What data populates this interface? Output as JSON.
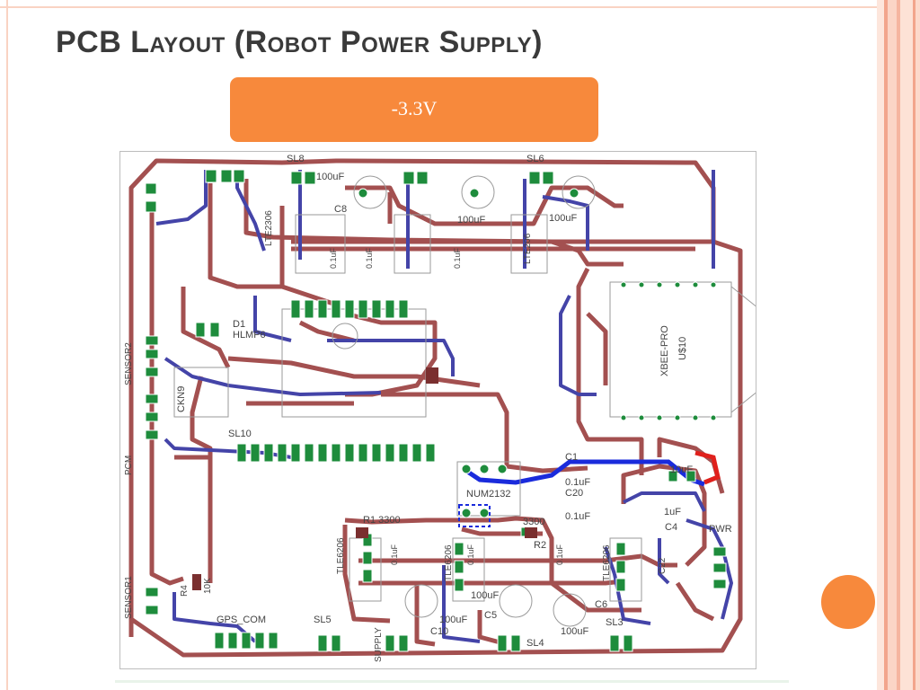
{
  "slide": {
    "title": "PCB Layout (Robot Power Supply)",
    "badge_label": "-3.3V"
  },
  "pcb": {
    "labels": {
      "sl8": "SL8",
      "sl6": "SL6",
      "sl10": "SL10",
      "sl5": "SL5",
      "sl4": "SL4",
      "sl3": "SL3",
      "cap_c8": "C8",
      "cap_c8_val": "100uF",
      "cap_mid_val": "100uF",
      "cap_right_val": "100uF",
      "d1": "D1",
      "hlmp": "HLMP6",
      "ckn": "CKN9",
      "xbee": "XBEE-PRO",
      "xbee_u": "U$10",
      "c1": "C1",
      "c1_val": "0.1uF",
      "c20": "C20",
      "c20_val": "0.1uF",
      "num": "NUM2132",
      "r1": "R1 3300",
      "r2_val": "3300",
      "r2": "R2",
      "c10uf": "10uF",
      "c1uf": "1uF",
      "c4": "C4",
      "pwr": "PWR",
      "c22": "C22",
      "r4": "R4",
      "r4_val": "10K",
      "gps": "GPS_COM",
      "supply": "SUPPLY",
      "c5": "C5",
      "c5_val": "100uF",
      "c6": "C6",
      "c10": "C10",
      "c10_val": "100uF",
      "c6_val": "100uF",
      "sensor2": "SENSOR2",
      "sensor1": "SENSOR1",
      "pcm": "PCM",
      "lte1": "LTE2306",
      "lte2": "LTE206",
      "tle1": "TLE6206",
      "tle2": "TLE6206",
      "tle3": "TLE6206",
      "c_a": "0.1uF",
      "c_b": "0.1uF",
      "c_c": "0.1uF",
      "c_d": "0.1uF",
      "c_e": "0.1uF",
      "c_f": "0.1uF"
    }
  },
  "colors": {
    "trace_red": "#a35050",
    "trace_blue": "#4444a8",
    "trace_bright_blue": "#1a2bdc",
    "pad_green": "#1e8c3c",
    "accent": "#f7893c",
    "stripe_light": "#fbd5c6",
    "stripe_dark": "#f5b5a0"
  }
}
